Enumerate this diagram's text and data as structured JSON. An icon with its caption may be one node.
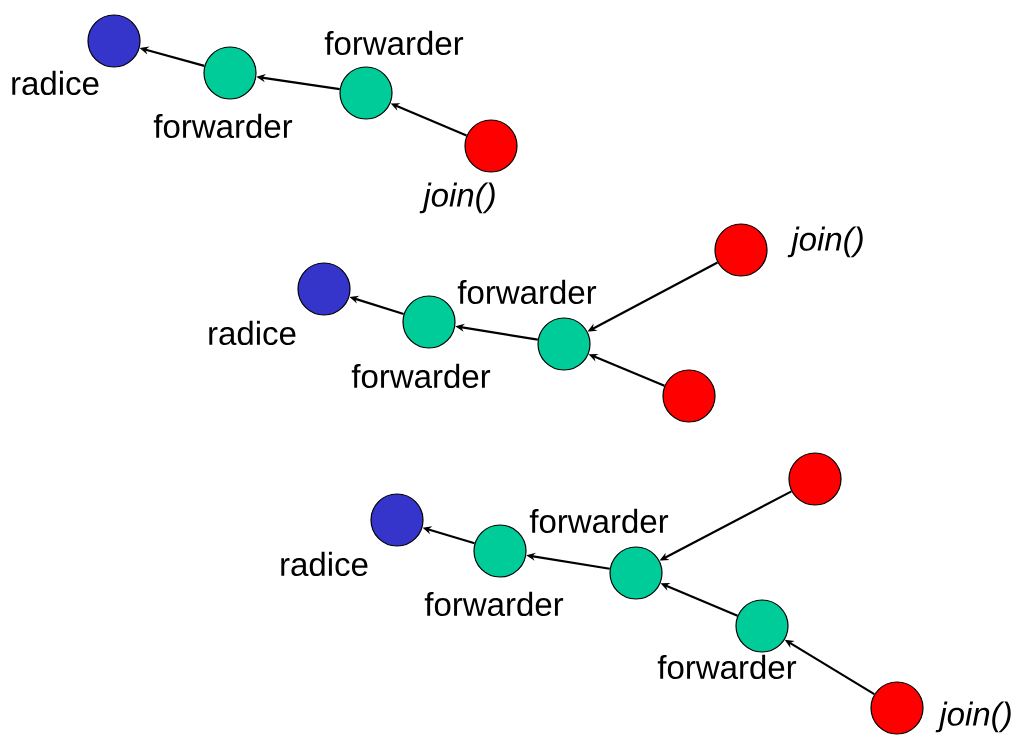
{
  "diagram": {
    "nodes": [
      {
        "text": [],
        "shape": "circle",
        "beside": [
          "radice"
        ]
      },
      {
        "text": [],
        "shape": "circle",
        "beside": [
          "forwarder"
        ]
      },
      {
        "text": [],
        "shape": "circle",
        "beside": [
          "forwarder"
        ]
      },
      {
        "text": [],
        "shape": "circle",
        "beside": [
          "join()"
        ]
      },
      {
        "text": [],
        "shape": "circle",
        "beside": [
          "radice"
        ]
      },
      {
        "text": [],
        "shape": "circle",
        "beside": [
          "forwarder"
        ]
      },
      {
        "text": [],
        "shape": "circle",
        "beside": [
          "forwarder"
        ]
      },
      {
        "text": [],
        "shape": "circle",
        "beside": [
          "join()"
        ]
      },
      {
        "text": [],
        "shape": "circle"
      },
      {
        "text": [],
        "shape": "circle",
        "beside": [
          "radice"
        ]
      },
      {
        "text": [],
        "shape": "circle",
        "beside": [
          "forwarder"
        ]
      },
      {
        "text": [],
        "shape": "circle",
        "beside": [
          "forwarder"
        ]
      },
      {
        "text": [],
        "shape": "circle"
      },
      {
        "text": [],
        "shape": "circle",
        "beside": [
          "forwarder"
        ]
      },
      {
        "text": [],
        "shape": "circle",
        "beside": [
          "join()"
        ]
      }
    ],
    "edges": [
      {
        "from": 1,
        "to": 0,
        "arrow": "to"
      },
      {
        "from": 2,
        "to": 1,
        "arrow": "to"
      },
      {
        "from": 3,
        "to": 2,
        "arrow": "to"
      },
      {
        "from": 5,
        "to": 4,
        "arrow": "to"
      },
      {
        "from": 6,
        "to": 5,
        "arrow": "to"
      },
      {
        "from": 7,
        "to": 6,
        "arrow": "to"
      },
      {
        "from": 8,
        "to": 6,
        "arrow": "to"
      },
      {
        "from": 10,
        "to": 9,
        "arrow": "to"
      },
      {
        "from": 11,
        "to": 10,
        "arrow": "to"
      },
      {
        "from": 12,
        "to": 11,
        "arrow": "to"
      },
      {
        "from": 13,
        "to": 11,
        "arrow": "to"
      },
      {
        "from": 14,
        "to": 13,
        "arrow": "to"
      }
    ]
  }
}
